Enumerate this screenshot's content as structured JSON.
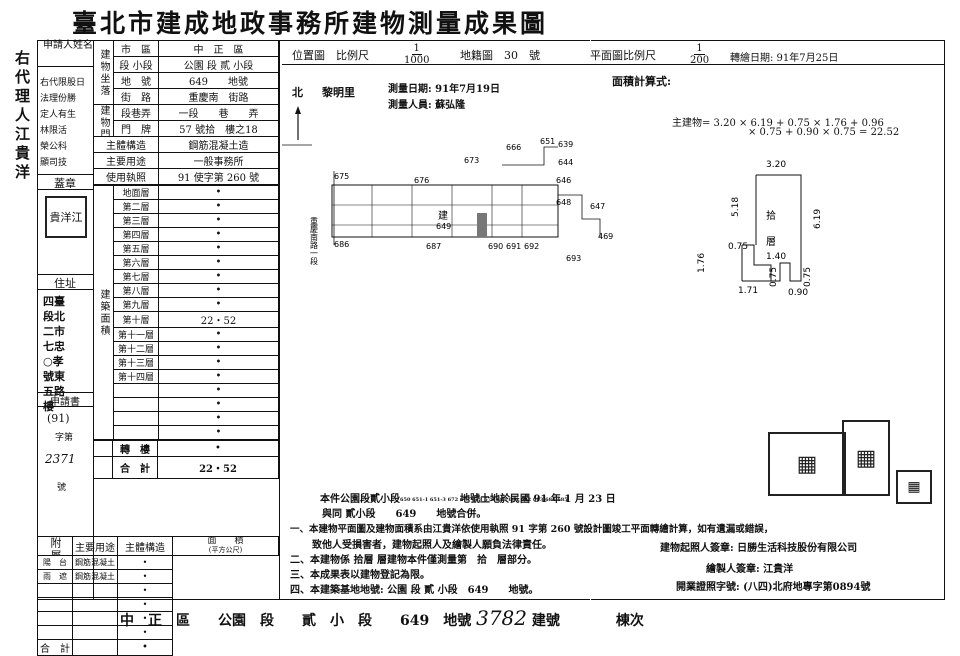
{
  "title": "臺北市建成地政事務所建物測量成果圖",
  "side_note": "右代理人江貴洋",
  "applicant": {
    "label": "申請人姓名",
    "value_lines": [
      "右代限股日",
      "法理份勝",
      "定人有生",
      "林限活",
      "榮公科",
      "顯司技"
    ]
  },
  "seal": {
    "label": "蓋章",
    "stamp_text": "貴洋江"
  },
  "address": {
    "label": "住址",
    "lines": [
      "四臺",
      "段北",
      "二市",
      "七忠",
      "○孝",
      "號東",
      "五路",
      "樓"
    ]
  },
  "application": {
    "label": "申請書",
    "year": "(91)",
    "word": "字第",
    "no": "2371",
    "hao": "號"
  },
  "location": {
    "head": "建物坐落",
    "rows": [
      {
        "label": "市　區",
        "value": "中　正　區"
      },
      {
        "label": "段 小段",
        "value": "公園 段 貳 小段"
      },
      {
        "label": "地　號",
        "value": "649　　地號"
      },
      {
        "label": "街　路",
        "value": "重慶南　街路"
      }
    ]
  },
  "door": {
    "head": "建物門牌",
    "rows": [
      {
        "label": "段巷弄",
        "value": "一段　　巷　　弄"
      },
      {
        "label": "門　牌",
        "value": "57 號拾　樓之18"
      }
    ]
  },
  "structure": {
    "label": "主體構造",
    "value": "鋼筋混凝土造"
  },
  "usage": {
    "label": "主要用途",
    "value": "一般事務所"
  },
  "license": {
    "label": "使用執照",
    "value": "91 使字第 260 號"
  },
  "area": {
    "cat1": "建築面積",
    "unit": "(平方公尺)",
    "floors": [
      {
        "name": "地面層",
        "value": "•"
      },
      {
        "name": "第二層",
        "value": "•"
      },
      {
        "name": "第三層",
        "value": "•"
      },
      {
        "name": "第四層",
        "value": "•"
      },
      {
        "name": "第五層",
        "value": "•"
      },
      {
        "name": "第六層",
        "value": "•"
      },
      {
        "name": "第七層",
        "value": "•"
      },
      {
        "name": "第八層",
        "value": "•"
      },
      {
        "name": "第九層",
        "value": "•"
      },
      {
        "name": "第十層",
        "value": "22・52"
      },
      {
        "name": "第十一層",
        "value": "•"
      },
      {
        "name": "第十二層",
        "value": "•"
      },
      {
        "name": "第十三層",
        "value": "•"
      },
      {
        "name": "第十四層",
        "value": "•"
      },
      {
        "name": "",
        "value": "•"
      },
      {
        "name": "",
        "value": "•"
      },
      {
        "name": "",
        "value": "•"
      },
      {
        "name": "",
        "value": "•"
      }
    ],
    "tower_label": "轉　樓",
    "tower_value": "•",
    "total_label": "合　計",
    "total_value": "22・52"
  },
  "annex": {
    "head": "附屬建物",
    "col_use": "主要用途",
    "col_struct": "主體構造",
    "col_area": "面　　積",
    "col_area_unit": "(平方公尺)",
    "rows": [
      {
        "use": "陽　台",
        "struct": "鋼筋混凝土",
        "value": "•"
      },
      {
        "use": "雨　遮",
        "struct": "鋼筋混凝土",
        "value": "•"
      },
      {
        "use": "",
        "struct": "",
        "value": "•"
      },
      {
        "use": "",
        "struct": "",
        "value": "•"
      },
      {
        "use": "",
        "struct": "",
        "value": "•"
      },
      {
        "use": "",
        "struct": "",
        "value": "•"
      }
    ],
    "total_label": "合　計",
    "total_value": "•"
  },
  "header_right": {
    "loc_map": "位置圖　比例尺",
    "loc_scale_num": "1",
    "loc_scale_den": "1000",
    "cadastral": "地籍圖　30　號",
    "plan_scale": "平面圖比例尺",
    "plan_scale_num": "1",
    "plan_scale_den": "200",
    "draw_date": "轉繪日期: 91年7月25日",
    "area_calc": "面積計算式:",
    "north": "北",
    "village": "黎明里",
    "survey_date": "測量日期: 91年7月19日",
    "surveyor": "測量人員: 蘇弘隆"
  },
  "formula": {
    "line1": "主建物=  3.20 × 6.19 + 0.75 × 1.76 + 0.96",
    "line2": "× 0.75 + 0.90 × 0.75 = 22.52"
  },
  "site_plan": {
    "road": "重慶南路一段",
    "building_label": "建",
    "building_no": "649",
    "lots": [
      "666",
      "651",
      "639",
      "644",
      "673",
      "675",
      "676",
      "646",
      "648",
      "647",
      "469",
      "686",
      "687",
      "690",
      "691",
      "692",
      "693"
    ]
  },
  "floor_plan": {
    "label_top": "拾",
    "label_bottom": "層",
    "dims": [
      "3.20",
      "5.18",
      "6.19",
      "0.75",
      "1.40",
      "1.76",
      "1.71",
      "0.75",
      "0.90",
      "0.75"
    ]
  },
  "notes": {
    "merge": "本件公園段貳小段",
    "merge_small": "650 651-1 651-3 672 677 678 679 680 681 682 683 684 685",
    "merge_tail": "地號土地於民國 91 年 1 月 23 日",
    "merge2": "與同 貳小段　　649　　地號合併。",
    "n1": "一、本建物平面圖及建物面積系由江貴洋依使用執照 91 字第 260 號設計圖竣工平面轉繪計算，如有遺漏或錯誤，",
    "n1b": "致他人受損害者，建物起照人及繪製人願負法律責任。",
    "n2": "二、本建物係 拾層 層建物本件僅測量第　拾　層部分。",
    "n3": "三、本成果表以建物登記為限。",
    "n4": "四、本建築基地地號: 公園 段 貳 小段　649　　地號。",
    "owner": "建物起照人簽章: 日勝生活科技股份有限公司",
    "drafter": "繪製人簽章: 江貴洋",
    "license": "開業證照字號: (八四)北府地專字第0894號"
  },
  "footer": {
    "text": "中　正　區　　公園　段　　貳　小　段　　649　地號",
    "building_no": "3782",
    "suffix": "建號　　　　棟次"
  }
}
